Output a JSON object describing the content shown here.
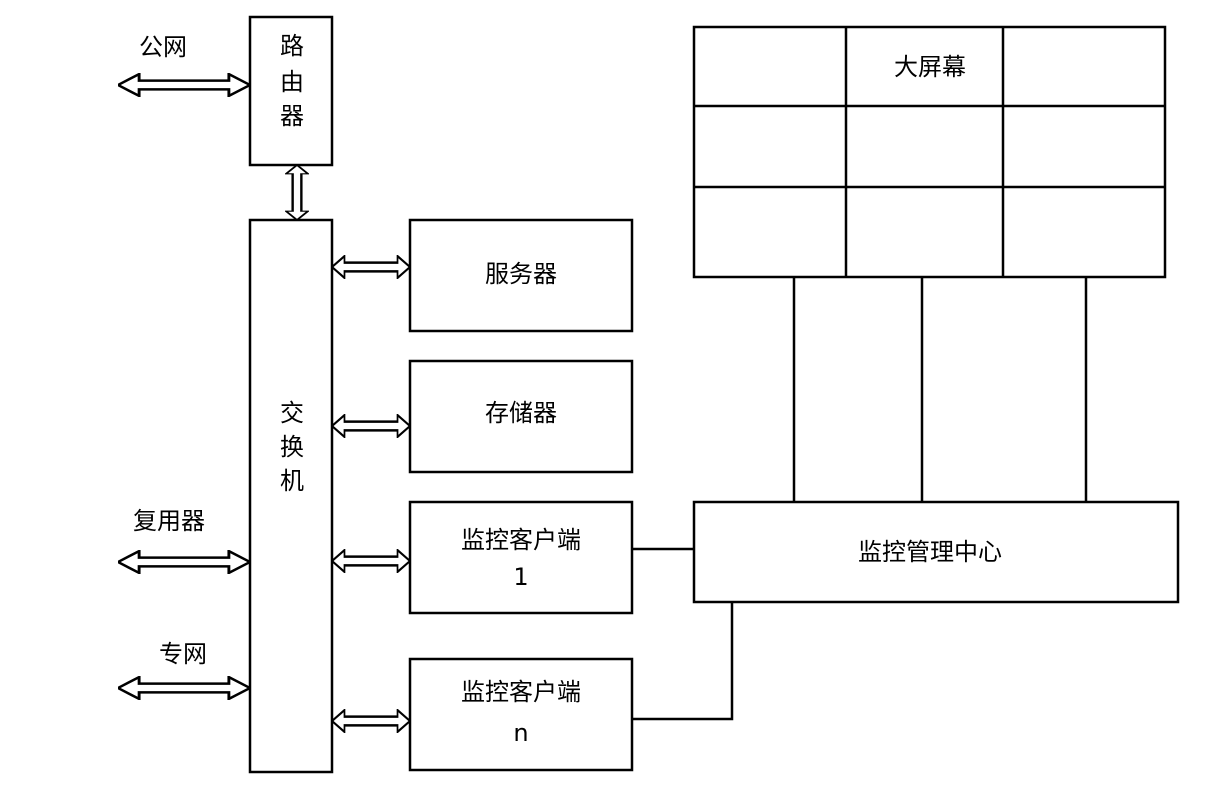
{
  "labels": {
    "public_net": "公网",
    "multiplexer": "复用器",
    "private_net": "专网",
    "router": [
      "路",
      "由",
      "器"
    ],
    "switch": [
      "交",
      "换",
      "机"
    ],
    "server": "服务器",
    "storage": "存储器",
    "client1": [
      "监控客户端",
      "1"
    ],
    "clientn": [
      "监控客户端",
      "n"
    ],
    "big_screen": "大屏幕",
    "center": "监控管理中心"
  }
}
